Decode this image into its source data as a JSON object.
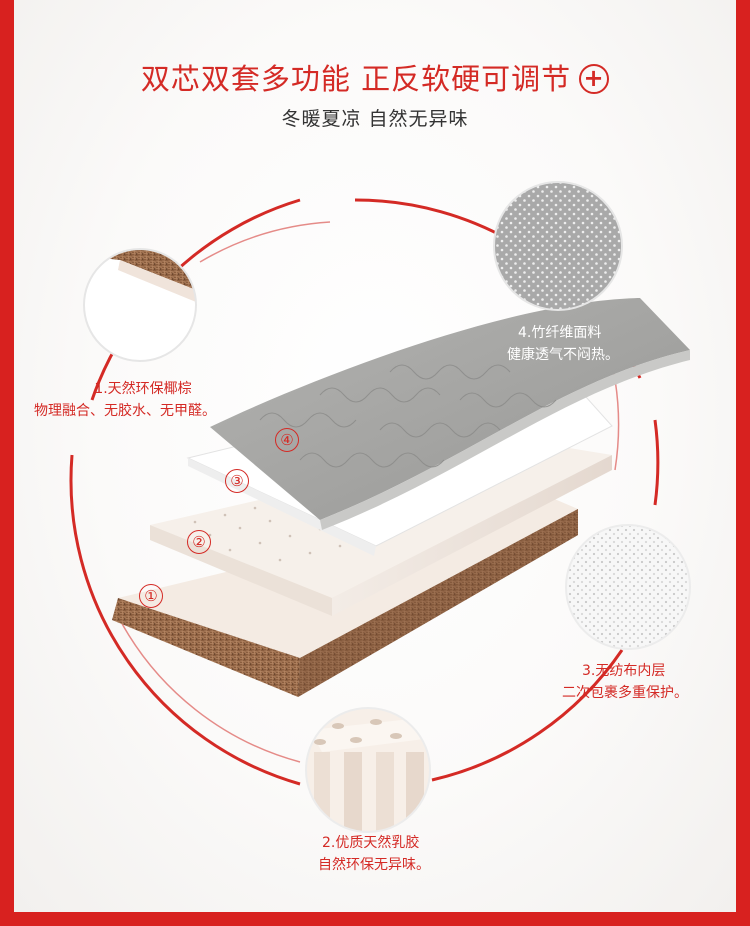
{
  "title": "双芯双套多功能  正反软硬可调节",
  "subtitle": "冬暖夏凉  自然无异味",
  "accent_color": "#d42a25",
  "plus_icon": "+",
  "layers": [
    {
      "number": "①",
      "line1": "1.天然环保椰棕",
      "line2": "物理融合、无胶水、无甲醛。"
    },
    {
      "number": "②",
      "line1": "2.优质天然乳胶",
      "line2": "自然环保无异味。"
    },
    {
      "number": "③",
      "line1": "3.无纺布内层",
      "line2": "二次包裹多重保护。"
    },
    {
      "number": "④",
      "line1": "4.竹纤维面料",
      "line2": "健康透气不闷热。"
    }
  ]
}
